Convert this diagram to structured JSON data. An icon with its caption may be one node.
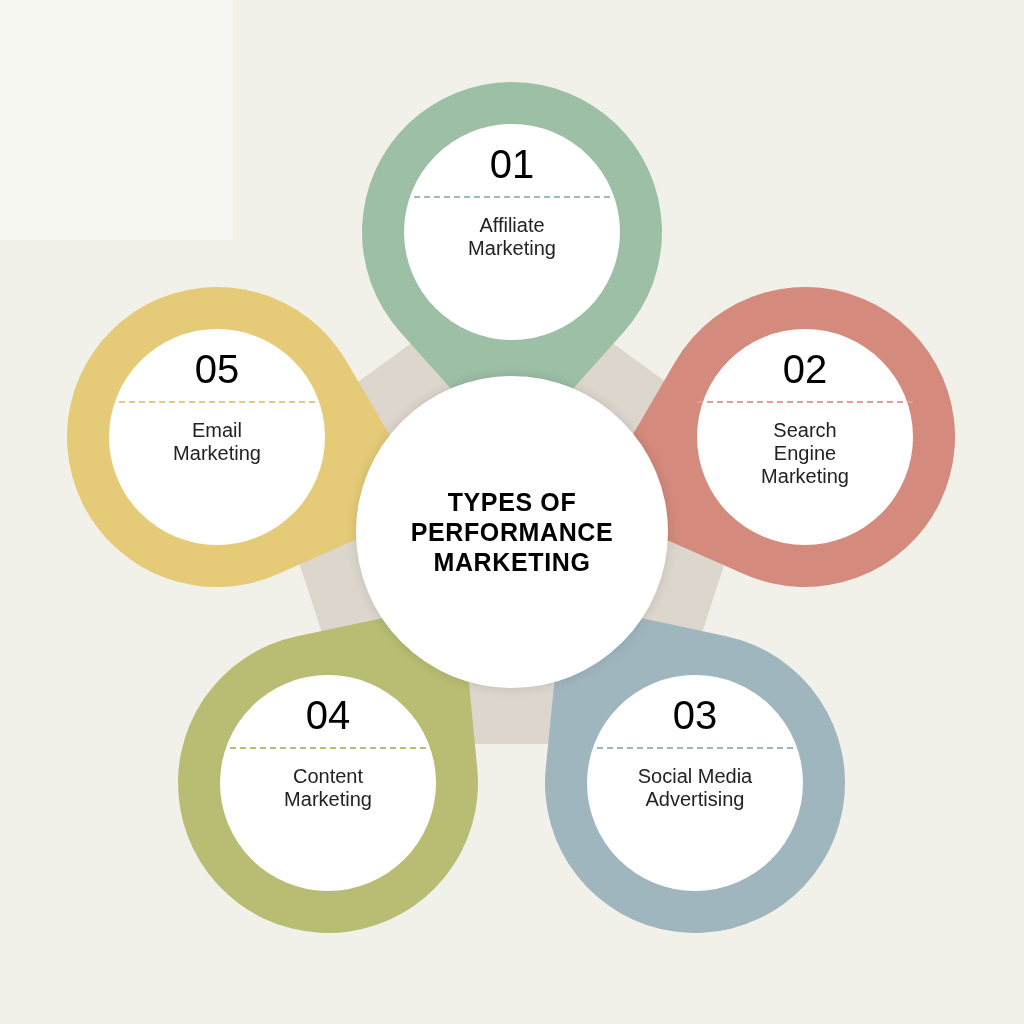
{
  "diagram": {
    "nodes": [
      {
        "text": [
          "TYPES OF PERFORMANCE MARKETING"
        ]
      },
      {
        "text": [
          "01",
          "Affiliate Marketing"
        ]
      },
      {
        "text": [
          "02",
          "Search Engine Marketing"
        ]
      },
      {
        "text": [
          "03",
          "Social Media Advertising"
        ]
      },
      {
        "text": [
          "04",
          "Content Marketing"
        ]
      },
      {
        "text": [
          "05",
          "Email Marketing"
        ]
      }
    ]
  }
}
